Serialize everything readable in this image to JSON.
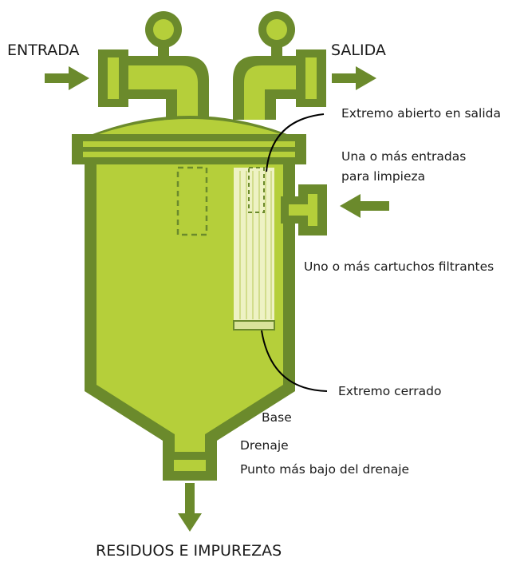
{
  "labels": {
    "inlet": "ENTRADA",
    "outlet": "SALIDA",
    "open_end": "Extremo abierto en salida",
    "cleaning_inlets_line1": "Una o más entradas",
    "cleaning_inlets_line2": "para limpieza",
    "cartridges": "Uno o más cartuchos filtrantes",
    "closed_end": "Extremo cerrado",
    "base": "Base",
    "drain": "Drenaje",
    "lowest_drain_point": "Punto más bajo del drenaje",
    "waste": "RESIDUOS E IMPUREZAS"
  },
  "colors": {
    "dark_olive": "#6b8a2c",
    "body_green": "#b5cf3a",
    "cartridge_fill": "#eef2c4",
    "arrow": "#6b8a2c",
    "leader_line": "#000000"
  },
  "icons": {
    "inlet_arrow": "arrow-right-icon",
    "outlet_arrow": "arrow-right-icon",
    "cleaning_arrow": "arrow-left-icon",
    "waste_arrow": "arrow-down-icon"
  }
}
